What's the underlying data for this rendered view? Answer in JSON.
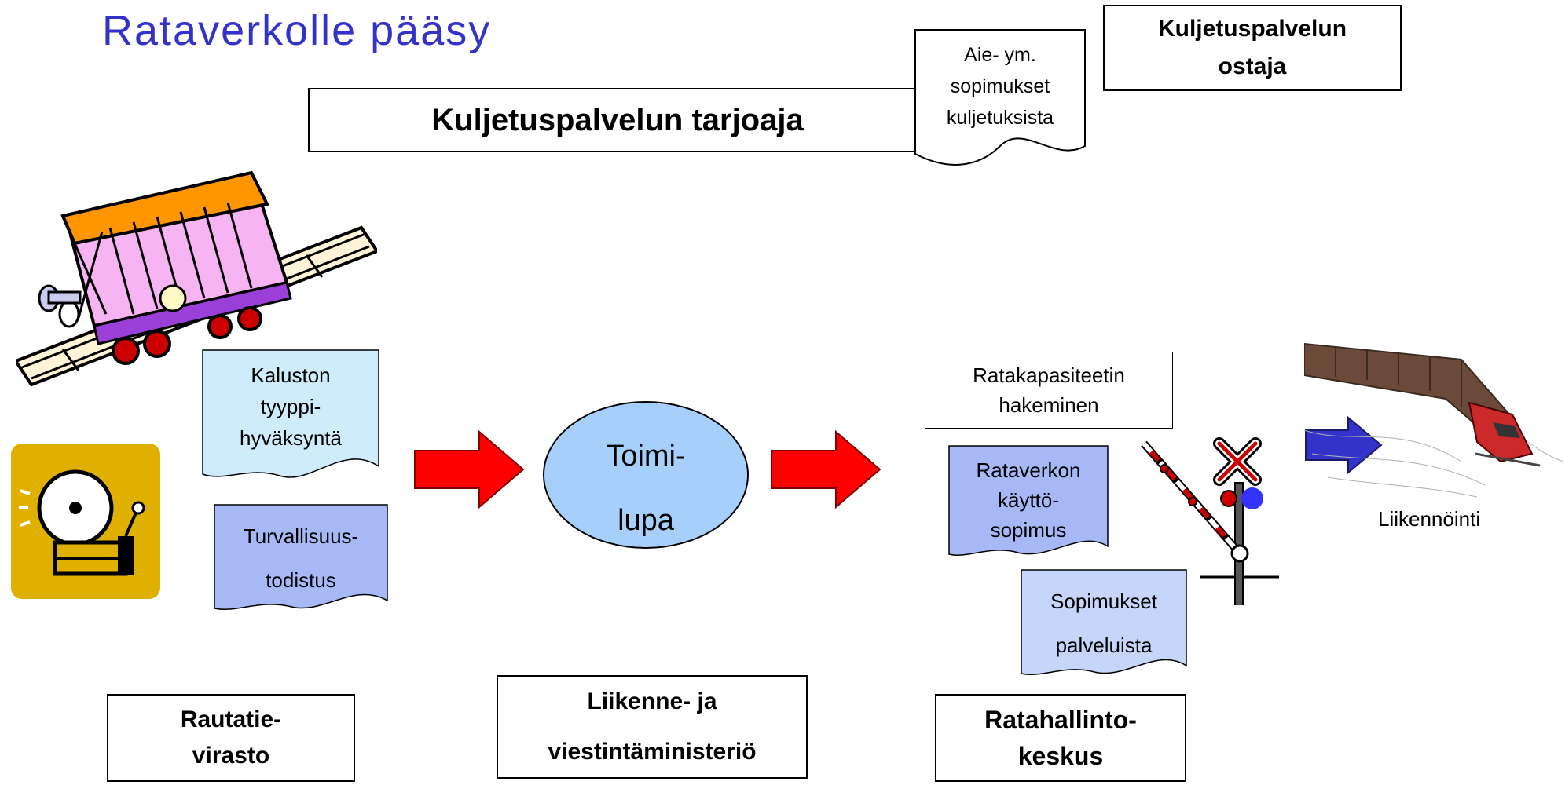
{
  "title": "Rataverkolle pääsy",
  "top": {
    "provider_label": "Kuljetuspalvelun tarjoaja",
    "buyer_lines": [
      "Kuljetuspalvelun",
      "ostaja"
    ],
    "agreement_lines": [
      "Aie- ym.",
      "sopimukset",
      "kuljetuksista"
    ]
  },
  "documents": {
    "type_approval_lines": [
      "Kaluston",
      "tyyppi-",
      "hyväksyntä"
    ],
    "safety_cert_lines": [
      "Turvallisuus-",
      "todistus"
    ],
    "capacity_lines": [
      "Ratakapasiteetin",
      "hakeminen"
    ],
    "network_agreement_lines": [
      "Rataverkon",
      "käyttö-",
      "sopimus"
    ],
    "service_agreement_lines": [
      "Sopimukset",
      "palveluista"
    ]
  },
  "license": {
    "lines": [
      "Toimi-",
      "lupa"
    ]
  },
  "operation_label": "Liikennöinti",
  "authorities": {
    "railway_agency_lines": [
      "Rautatie-",
      "virasto"
    ],
    "ministry_lines": [
      "Liikenne- ja",
      "viestintäministeriö"
    ],
    "track_admin_lines": [
      "Ratahallinto-",
      "keskus"
    ]
  },
  "colors": {
    "title": "#3333cc",
    "doc_light": "#cfecfc",
    "doc_mid": "#a6b9f6",
    "doc_pale": "#c6d5fa",
    "license_fill": "#a6d0fb",
    "arrow_red": "#ff0000",
    "arrow_blue": "#3333cc",
    "icon_yellow": "#e0b000"
  },
  "icons": [
    "freight-wagon-icon",
    "alarm-bell-icon",
    "railway-crossing-signal-icon",
    "freight-train-icon"
  ]
}
